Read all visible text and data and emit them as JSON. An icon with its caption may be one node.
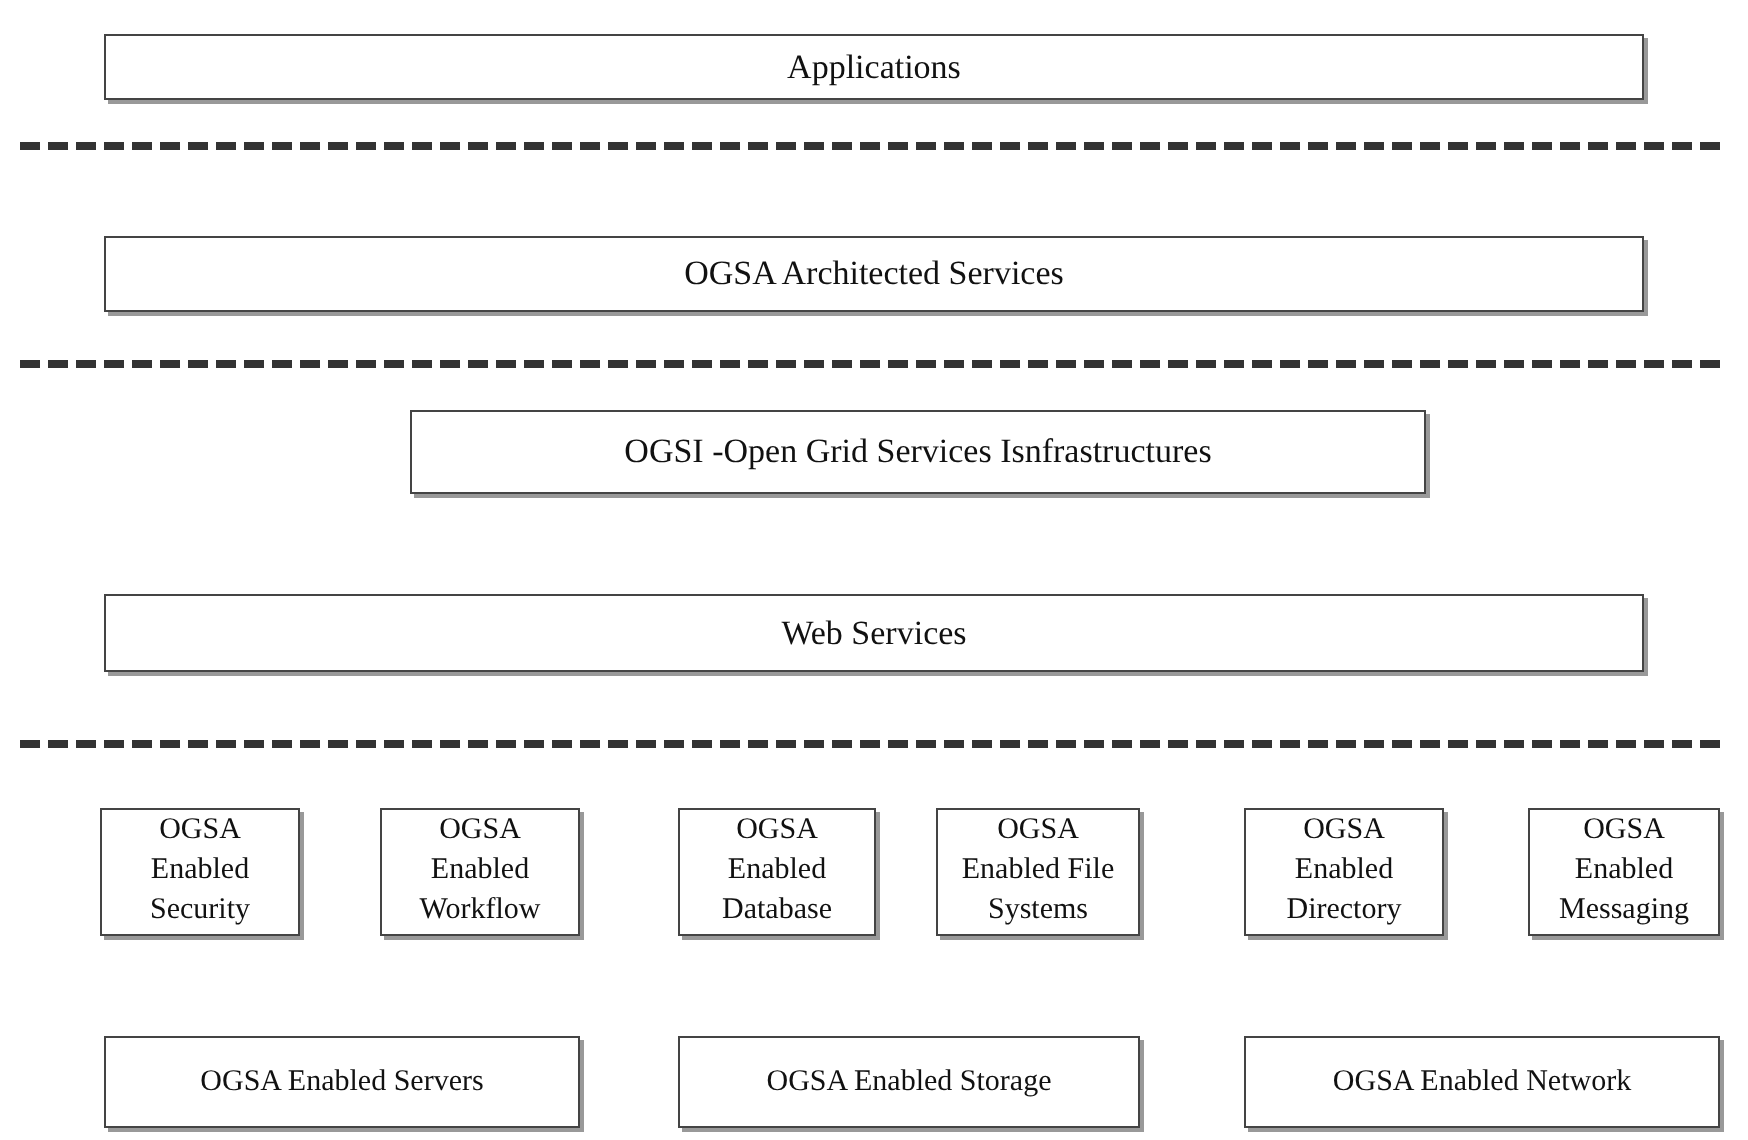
{
  "diagram": {
    "nodes": [
      {
        "text": [
          "Applications"
        ]
      },
      {
        "text": [
          "OGSA Architected Services"
        ]
      },
      {
        "text": [
          "OGSI -Open Grid Services Isnfrastructures"
        ]
      },
      {
        "text": [
          "Web Services"
        ]
      },
      {
        "text": [
          "OGSA Enabled Security"
        ]
      },
      {
        "text": [
          "OGSA Enabled Workflow"
        ]
      },
      {
        "text": [
          "OGSA Enabled Database"
        ]
      },
      {
        "text": [
          "OGSA Enabled File Systems"
        ]
      },
      {
        "text": [
          "OGSA Enabled Directory"
        ]
      },
      {
        "text": [
          "OGSA Enabled Messaging"
        ]
      },
      {
        "text": [
          "OGSA Enabled Servers"
        ]
      },
      {
        "text": [
          "OGSA Enabled Storage"
        ]
      },
      {
        "text": [
          "OGSA Enabled Network"
        ]
      }
    ]
  }
}
